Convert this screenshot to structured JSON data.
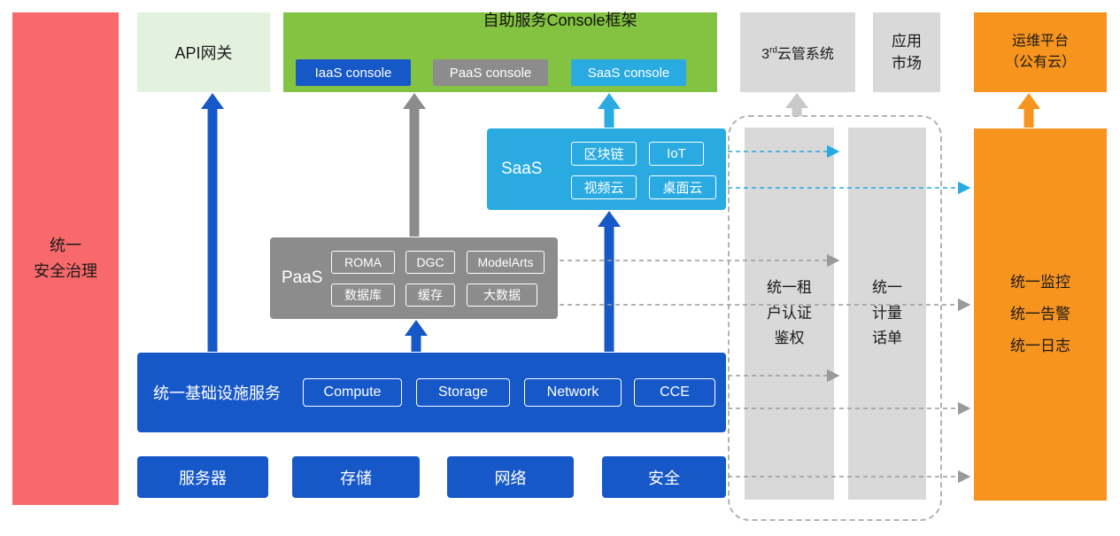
{
  "colors": {
    "red": "#F8696B",
    "light_green": "#E3F1DF",
    "green": "#84C341",
    "blue": "#1758C9",
    "gray": "#8C8C8C",
    "light_gray": "#D9D9D9",
    "cyan": "#29ABE2",
    "orange": "#F7941E"
  },
  "security_bar": {
    "label": "统一\n安全治理"
  },
  "top_row": {
    "api_gateway": {
      "label": "API网关"
    },
    "console_frame": {
      "title": "自助服务Console框架",
      "consoles": [
        {
          "label": "IaaS console"
        },
        {
          "label": "PaaS console"
        },
        {
          "label": "SaaS console"
        }
      ]
    },
    "third_party_cloud": {
      "prefix": "3",
      "sup": "rd",
      "rest": "云管系统"
    },
    "app_market": {
      "label": "应用\n市场"
    },
    "om_platform": {
      "label": "运维平台\n（公有云）"
    }
  },
  "saas": {
    "label": "SaaS",
    "items": [
      "区块链",
      "IoT",
      "视频云",
      "桌面云"
    ]
  },
  "paas": {
    "label": "PaaS",
    "items": [
      "ROMA",
      "DGC",
      "ModelArts",
      "数据库",
      "缓存",
      "大数据"
    ]
  },
  "infrastructure": {
    "label": "统一基础设施服务",
    "items": [
      "Compute",
      "Storage",
      "Network",
      "CCE"
    ]
  },
  "hardware_row": [
    "服务器",
    "存储",
    "网络",
    "安全"
  ],
  "right_panel": {
    "tenant_auth": {
      "label": "统一租\n户认证\n鉴权"
    },
    "metering": {
      "label": "统一\n计量\n话单"
    },
    "monitoring": {
      "label": "统一监控\n统一告警\n统一日志"
    }
  }
}
